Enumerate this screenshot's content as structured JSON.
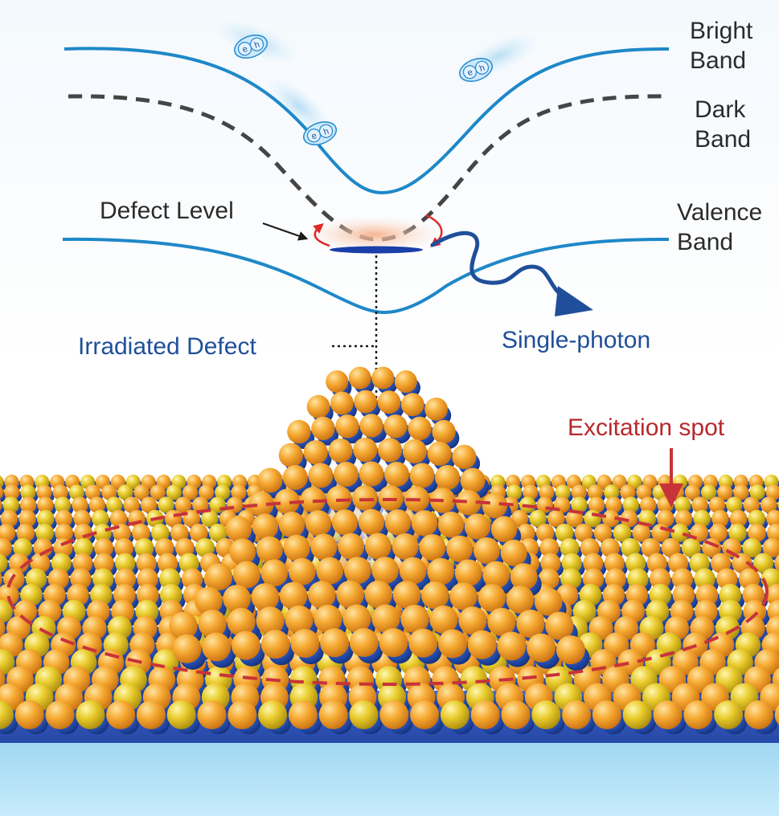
{
  "labels": {
    "bright_band": [
      "Bright",
      "Band"
    ],
    "dark_band": [
      "Dark",
      "Band"
    ],
    "valence_band": [
      "Valence",
      "Band"
    ],
    "defect_level": "Defect Level",
    "irradiated_defect": "Irradiated Defect",
    "single_photon": "Single-photon",
    "excitation_spot": "Excitation spot"
  },
  "exciton_glyph": {
    "e": "e",
    "h": "h"
  },
  "colors": {
    "band_line": "#1e88c8",
    "dark_band_line": "#454545",
    "photon_arrow": "#1f4f9a",
    "excitation_ring": "#c8333a",
    "atom_orange": "#f3a12a",
    "atom_yellow": "#e6c62a",
    "atom_blue": "#2b58c4",
    "substrate": "#aee0f5"
  }
}
